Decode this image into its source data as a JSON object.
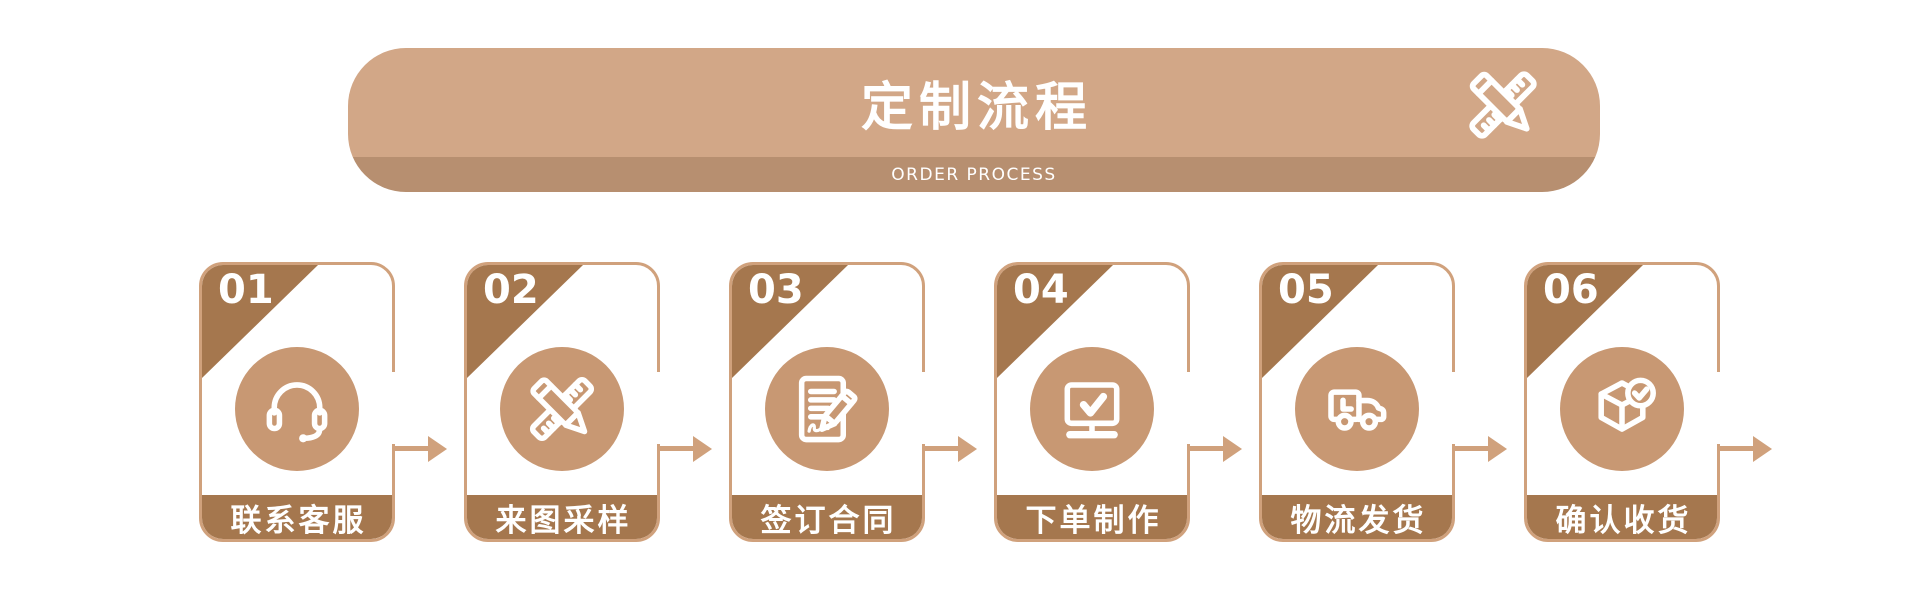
{
  "header": {
    "title": "定制流程",
    "subtitle": "ORDER PROCESS",
    "icon": "pencil-ruler-icon"
  },
  "steps": [
    {
      "number": "01",
      "label": "联系客服",
      "icon": "headset-icon"
    },
    {
      "number": "02",
      "label": "来图采样",
      "icon": "pencil-ruler-icon"
    },
    {
      "number": "03",
      "label": "签订合同",
      "icon": "contract-pen-icon"
    },
    {
      "number": "04",
      "label": "下单制作",
      "icon": "monitor-check-icon"
    },
    {
      "number": "05",
      "label": "物流发货",
      "icon": "delivery-truck-icon"
    },
    {
      "number": "06",
      "label": "确认收货",
      "icon": "package-check-icon"
    }
  ],
  "colors": {
    "header_light_tan": "#D2A787",
    "header_band_tan": "#B78F70",
    "card_border_tan": "#D0A17C",
    "icon_circle_tan": "#C89873",
    "dark_brown": "#A5774E",
    "text_white": "#FFFFFF",
    "page_background": "#FFFFFF"
  }
}
